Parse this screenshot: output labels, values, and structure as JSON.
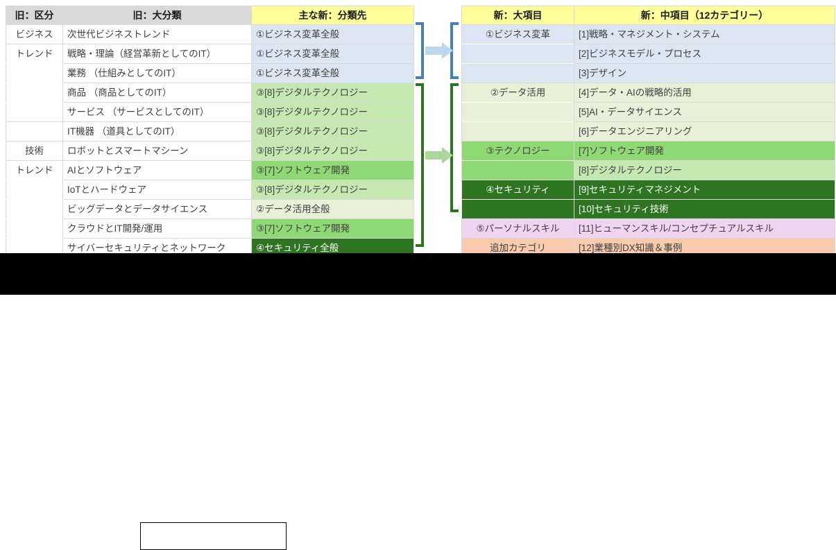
{
  "left_table": {
    "headers": [
      "旧：区分",
      "旧：大分類",
      "主な新：分類先"
    ],
    "groups": [
      {
        "label_line1": "ビジネス",
        "label_line2": "トレンド"
      },
      {
        "label_line1": "技術",
        "label_line2": "トレンド"
      }
    ],
    "rows": [
      {
        "group": "ビジネス",
        "category": "次世代ビジネストレンド",
        "target": "①ビジネス変革全般",
        "fill": "blue"
      },
      {
        "group": "トレンド",
        "category": "戦略・理論（経営革新としてのIT）",
        "target": "①ビジネス変革全般",
        "fill": "blue"
      },
      {
        "group": "",
        "category": "業務 （仕組みとしてのIT）",
        "target": "①ビジネス変革全般",
        "fill": "blue"
      },
      {
        "group": "",
        "category": "商品 （商品としてのIT）",
        "target": "③[8]デジタルテクノロジー",
        "fill": "lgreen"
      },
      {
        "group": "",
        "category": "サービス （サービスとしてのIT）",
        "target": "③[8]デジタルテクノロジー",
        "fill": "lgreen"
      },
      {
        "group": "",
        "category": "IT機器 （道具としてのIT）",
        "target": "③[8]デジタルテクノロジー",
        "fill": "lgreen"
      },
      {
        "group": "技術",
        "category": "ロボットとスマートマシーン",
        "target": "③[8]デジタルテクノロジー",
        "fill": "lgreen"
      },
      {
        "group": "トレンド",
        "category": "AIとソフトウェア",
        "target": "③[7]ソフトウェア開発",
        "fill": "mgreen"
      },
      {
        "group": "",
        "category": "IoTとハードウェア",
        "target": "③[8]デジタルテクノロジー",
        "fill": "lgreen"
      },
      {
        "group": "",
        "category": "ビッグデータとデータサイエンス",
        "target": "②データ活用全般",
        "fill": "cream"
      },
      {
        "group": "",
        "category": "クラウドとIT開発/運用",
        "target": "③[7]ソフトウェア開発",
        "fill": "mgreen"
      },
      {
        "group": "",
        "category": "サイバーセキュリティとネットワーク",
        "target": "④セキュリティ全般",
        "fill": "dgreen"
      }
    ]
  },
  "right_table": {
    "headers": [
      "新：大項目",
      "新：中項目（12カテゴリー）"
    ],
    "rows": [
      {
        "major": "①ビジネス変革",
        "minor": "[1]戦略・マネジメント・システム",
        "fill": "blue"
      },
      {
        "major": "",
        "minor": "[2]ビジネスモデル・プロセス",
        "fill": "blue"
      },
      {
        "major": "",
        "minor": "[3]デザイン",
        "fill": "blue"
      },
      {
        "major": "②データ活用",
        "minor": "[4]データ・AIの戦略的活用",
        "fill": "cream"
      },
      {
        "major": "",
        "minor": "[5]AI・データサイエンス",
        "fill": "cream"
      },
      {
        "major": "",
        "minor": "[6]データエンジニアリング",
        "fill": "cream"
      },
      {
        "major": "③テクノロジー",
        "minor": "[7]ソフトウェア開発",
        "fill": "mgreen"
      },
      {
        "major": "",
        "minor": "[8]デジタルテクノロジー",
        "fill": "lgreen"
      },
      {
        "major": "④セキュリティ",
        "minor": "[9]セキュリティマネジメント",
        "fill": "dgreen"
      },
      {
        "major": "",
        "minor": "[10]セキュリティ技術",
        "fill": "dgreen"
      },
      {
        "major": "⑤パーソナルスキル",
        "minor": "[11]ヒューマンスキル/コンセプチュアルスキル",
        "fill": "pink"
      },
      {
        "major": "追加カテゴリ",
        "minor": "[12]業種別DX知識＆事例",
        "fill": "peach"
      }
    ]
  },
  "connectors": [
    {
      "name": "business-connector",
      "color": "#4a7ebb",
      "arrow_color": "#bdd7ee"
    },
    {
      "name": "technology-connector",
      "color": "#2e7521",
      "arrow_color": "#a9d89a"
    }
  ],
  "colors": {
    "header_grey": "#d9d9d9",
    "header_yellow": "#ffff99",
    "blue": "#dce6f2",
    "cream": "#eaefd9",
    "light_green": "#c5e8b0",
    "medium_green": "#8ed973",
    "dark_green": "#2e7521",
    "pink": "#f0d5f0",
    "peach": "#f7cbab"
  }
}
